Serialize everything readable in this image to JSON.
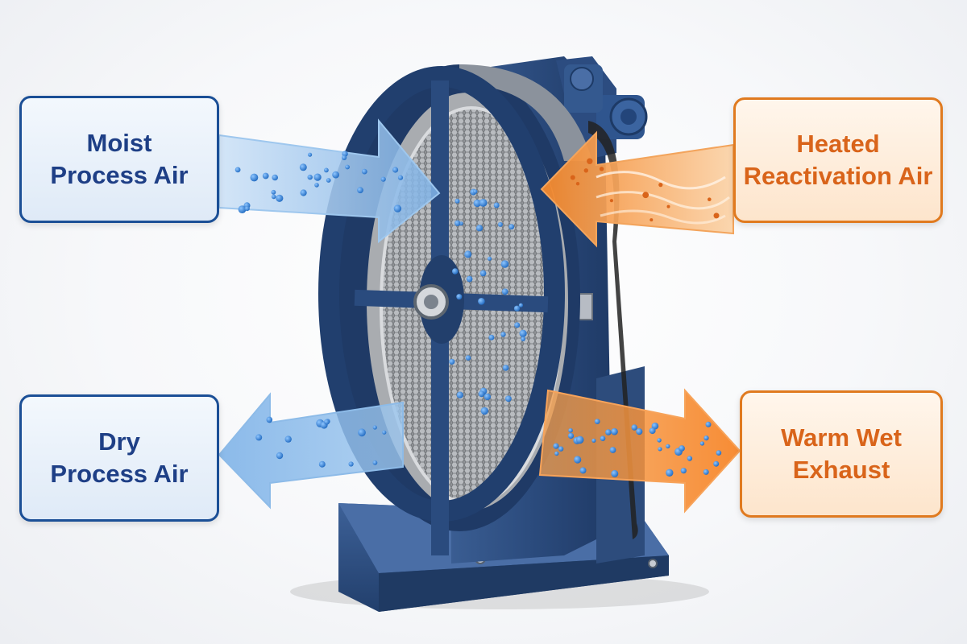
{
  "labels": {
    "moist_process_air": "Moist\nProcess Air",
    "heated_reactivation_air": "Heated\nReactivation Air",
    "dry_process_air": "Dry\nProcess Air",
    "warm_wet_exhaust": "Warm Wet\nExhaust"
  },
  "colors": {
    "process_blue": "#1b4f96",
    "reactivation_orange": "#e07a1f",
    "housing_blue": "#2f4f7f",
    "droplet_blue": "#2a7fd4"
  }
}
